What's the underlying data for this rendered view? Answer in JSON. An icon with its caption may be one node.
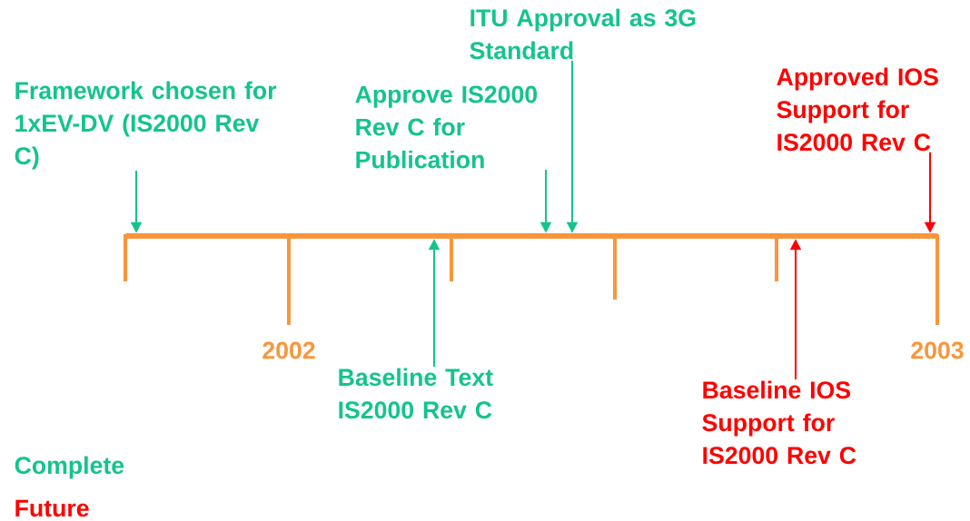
{
  "diagram": {
    "nodes": [
      {
        "text": [
          "Framework chosen for 1xEV-DV (IS2000 Rev C)"
        ]
      },
      {
        "text": [
          "ITU Approval as 3G Standard"
        ]
      },
      {
        "text": [
          "Approve IS2000 Rev C for Publication"
        ]
      },
      {
        "text": [
          "Approved IOS Support for IS2000 Rev C"
        ]
      },
      {
        "text": [],
        "shape": "bar"
      },
      {
        "text": [
          "Baseline Text IS2000 Rev C"
        ]
      },
      {
        "text": [
          "Baseline IOS Support for IS2000 Rev C"
        ]
      }
    ],
    "edges": [
      {
        "from": 0,
        "to": 4,
        "arrow": "to"
      },
      {
        "from": 1,
        "to": 4,
        "arrow": "to"
      },
      {
        "from": 2,
        "to": 4,
        "arrow": "to"
      },
      {
        "from": 3,
        "to": 4,
        "arrow": "to",
        "color": "#ff0000"
      },
      {
        "from": 5,
        "to": 4,
        "arrow": "to"
      },
      {
        "from": 6,
        "to": 4,
        "arrow": "to",
        "color": "#ff0000"
      }
    ],
    "labels": [
      "2002",
      "2003"
    ],
    "legend": [
      {
        "text": "Complete",
        "color": "#14c38e"
      },
      {
        "text": "Future",
        "color": "#ff0000"
      }
    ]
  }
}
